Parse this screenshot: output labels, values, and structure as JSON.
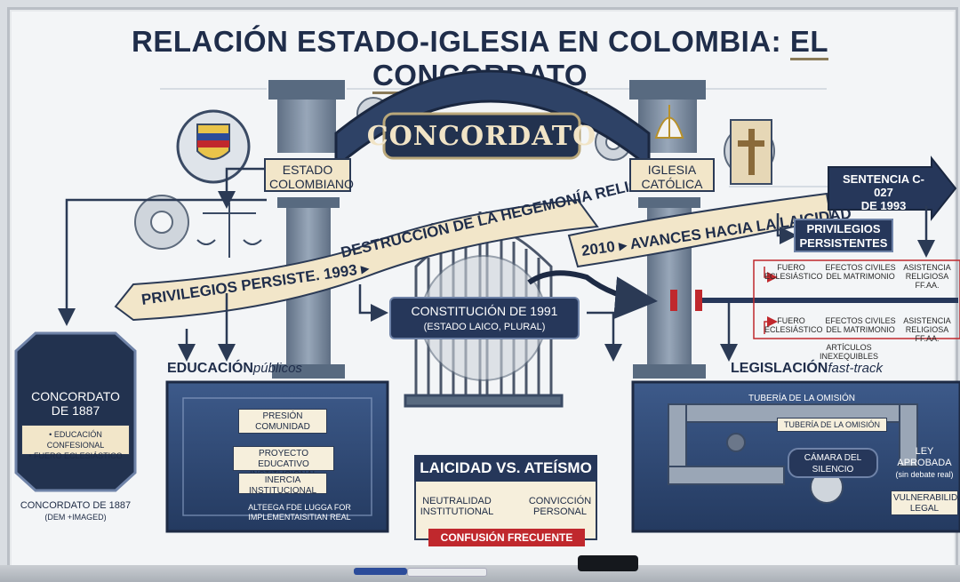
{
  "title": {
    "main": "RELACIÓN ESTADO-IGLESIA EN COLOMBIA: ",
    "highlight": "EL CONCORDATO"
  },
  "arch": {
    "label": "CONCORDATO"
  },
  "pillars": {
    "left": "ESTADO\nCOLOMBIANO",
    "right": "IGLESIA\nCATÓLICA"
  },
  "banners": {
    "upper": "DESTRUCCIÓN DE LA HEGEMONÍA RELIGIOSA",
    "lower": "PRIVILEGIOS PERSISTE. 1993 ▸",
    "right": "2010 ▸ AVANCES HACIA LA LAICIDAD"
  },
  "sentencia": {
    "line1": "SENTENCIA C-027",
    "line2": "DE 1993"
  },
  "privilegios": {
    "label": "PRIVILEGIOS\nPERSISTENTES"
  },
  "inexequibles": {
    "top": [
      "FUERO\nECLESIÁSTICO",
      "EFECTOS CIVILES\nDEL MATRIMONIO",
      "ASISTENCIA\nRELIGIOSA FF.AA."
    ],
    "bottom": [
      "FUERO\nECLESIÁSTICO",
      "EFECTOS CIVILES\nDEL MATRIMONIO",
      "ASISTENCIA\nRELIGIOSA FF.AA."
    ],
    "caption": "ARTÍCULOS INEXEQUIBLES"
  },
  "constitucion": {
    "line1": "CONSTITUCIÓN DE 1991",
    "line2": "(ESTADO LAICO, PLURAL)"
  },
  "concordato1887": {
    "title": "CONCORDATO\nDE 1887",
    "items": "• EDUCACIÓN CONFESIONAL\n• FUERO ECLESIÁSTICO",
    "caption": "CONCORDATO DE 1887",
    "subcaption": "(DEM +IMAGED)"
  },
  "educacion": {
    "heading": "EDUCACIÓN",
    "heading_italic": "públicos",
    "presion": "PRESIÓN\nCOMUNIDAD",
    "proyecto": "PROYECTO EDUCATIVO\nINSTITUCIONAL",
    "inercia": "INERCIA\nINSTITUCIONAL",
    "note": "ALTEEGA FDE LUGGA FOR\nIMPLEMENTAISITIAN REAL"
  },
  "laicidad": {
    "title": "LAICIDAD VS. ATEÍSMO",
    "left": "NEUTRALIDAD\nINSTITUTIONAL",
    "right": "CONVICCIÓN\nPERSONAL",
    "footer": "CONFUSIÓN FRECUENTE"
  },
  "legislacion": {
    "heading": "LEGISLACIÓN",
    "heading_italic": "fast-track",
    "tuberia_top": "TUBERÍA DE LA OMISIÓN",
    "tuberia_mid": "TUBERÍA DE LA OMISIÓN",
    "camara": "CÁMARA DEL\nSILENCIO",
    "ley": "LEY APROBADA",
    "ley_sub": "(sin debate real)",
    "vulnerabilidad": "VULNERABILIDAD\nLEGAL"
  },
  "colors": {
    "navy": "#26375a",
    "cream": "#f2e6c9",
    "red": "#c0282d",
    "stone": "#7f8fa3"
  },
  "icons": [
    "colombia-coat-of-arms-icon",
    "mitre-icon",
    "cross-icon",
    "scales-icon",
    "gear-icon",
    "gate-icon",
    "pipe-icon",
    "x-mark-icon",
    "marker-icon"
  ]
}
